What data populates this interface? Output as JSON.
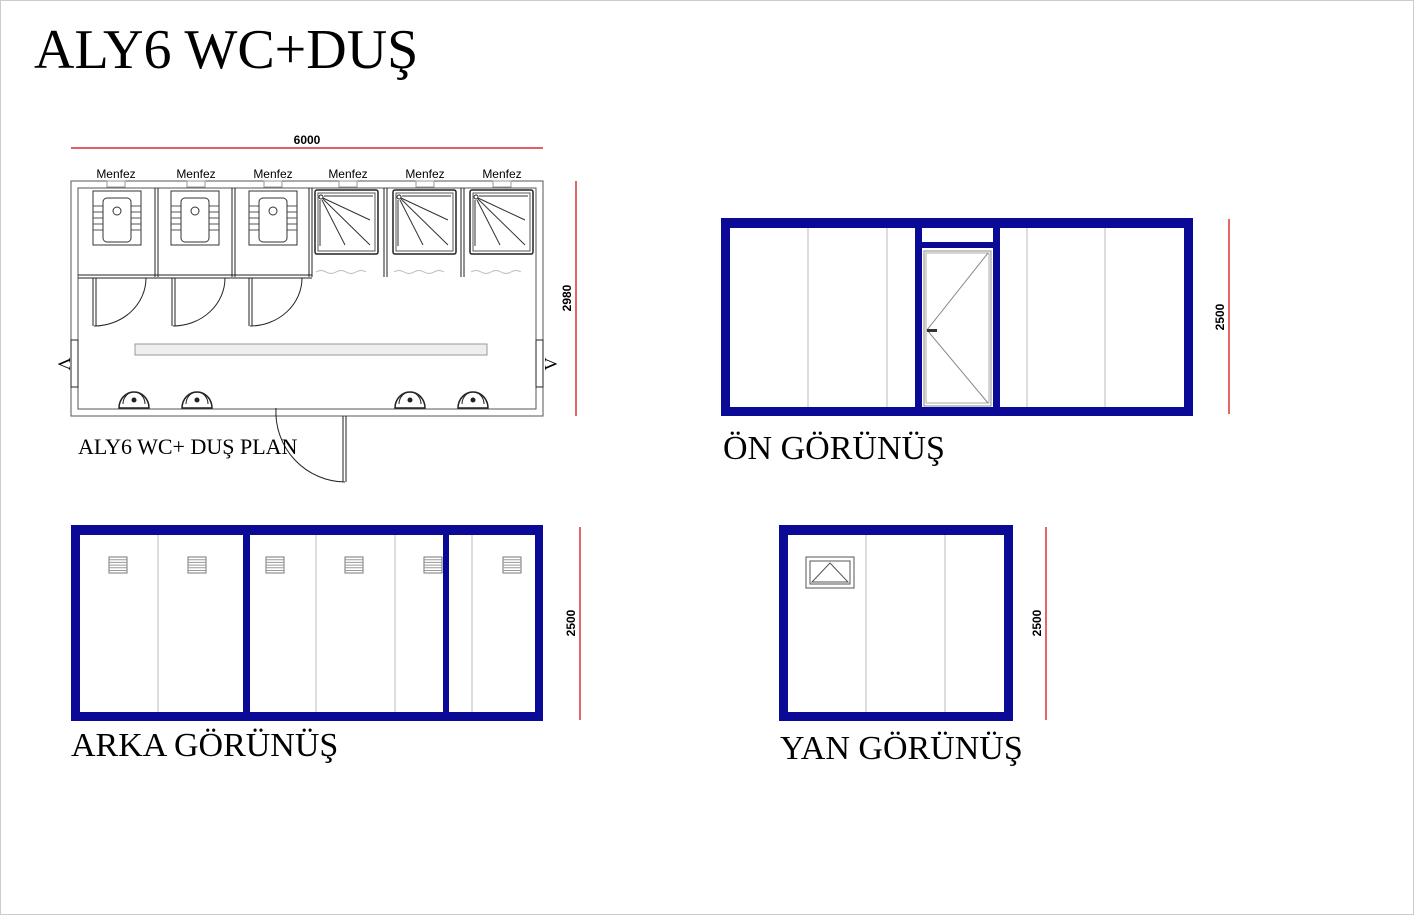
{
  "title": "ALY6 WC+DUŞ",
  "plan": {
    "caption": "ALY6 WC+ DUŞ PLAN",
    "width_dim": "6000",
    "depth_dim": "2980",
    "vent_labels": [
      "Menfez",
      "Menfez",
      "Menfez",
      "Menfez",
      "Menfez",
      "Menfez"
    ],
    "section_marks": [
      "V",
      "V"
    ]
  },
  "front_view": {
    "caption": "ÖN GÖRÜNÜŞ",
    "height_dim": "2500"
  },
  "back_view": {
    "caption": "ARKA GÖRÜNÜŞ",
    "height_dim": "2500"
  },
  "side_view": {
    "caption": "YAN GÖRÜNÜŞ",
    "height_dim": "2500"
  },
  "colors": {
    "frame": "#0a0a96",
    "dimension": "#d40000"
  }
}
